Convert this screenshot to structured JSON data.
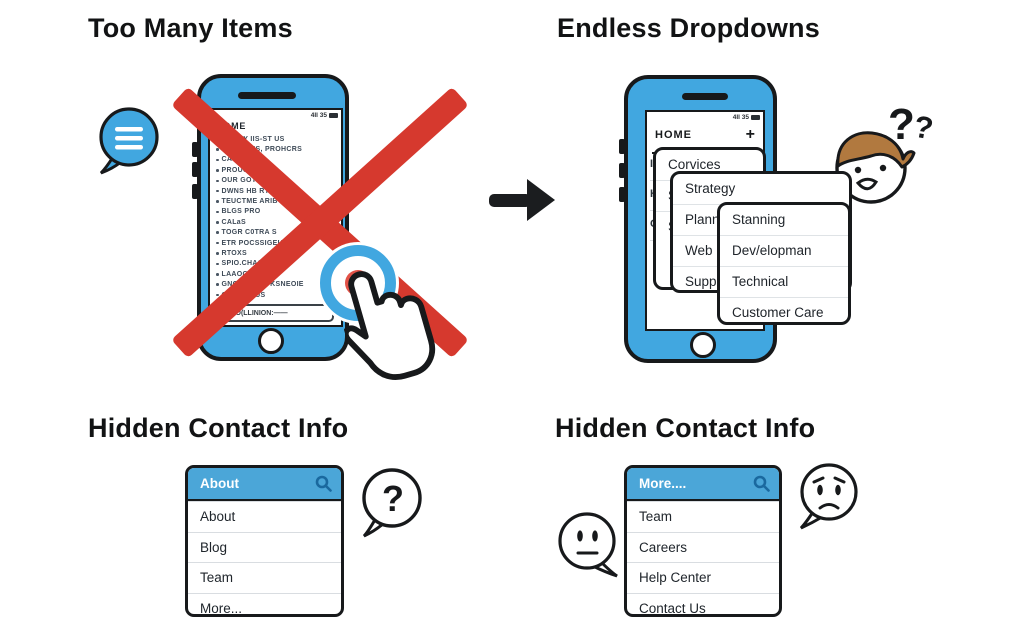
{
  "palette": {
    "phone_blue": "#41A7E0",
    "menu_header_blue": "#4BA6D8",
    "cross_red": "#D6392E",
    "tap_red": "#E25247",
    "hair_brown": "#B1793F",
    "ink": "#17191B"
  },
  "sections": {
    "too_many_items": {
      "title": "Too Many Items",
      "phone": {
        "status": "4Il 35",
        "menu_header": "HOME",
        "menu_items": [
          "ABGUY IIS-ST US",
          "OCONT ES, PROHCRS",
          "CARITEES",
          "PROUCTS",
          "OUR GOTSEIOR",
          "DWNS HB RTERY",
          "TEUCTME ARIBY",
          "BLGS PRO",
          "CALaS",
          "TOGR C0TRA S",
          "ETR POCSSIGEU",
          "RTOXS",
          "SPIO.CHAGRS",
          "LAAOGRS",
          "GNGRL KDIT KSNEOIE",
          "OBENBF US"
        ],
        "search_text": "ROO(LLINION:——"
      }
    },
    "endless_dropdowns": {
      "title": "Endless Dropdowns",
      "phone": {
        "status": "4Il 35",
        "menu_header": "HOME",
        "expand_button": "+",
        "screen_partials": [
          "I",
          "H",
          "C"
        ]
      },
      "panel_level1": {
        "items": [
          "Corvices"
        ],
        "partials": [
          "S",
          "S"
        ]
      },
      "panel_level2": {
        "items": [
          "Strategy",
          "Planning",
          "Web",
          "Support"
        ]
      },
      "panel_level3": {
        "items": [
          "Stanning",
          "Dev/elopman",
          "Technical",
          "Customer Care"
        ]
      },
      "question_marks": [
        "?",
        "?"
      ]
    },
    "hidden_contact_left": {
      "title": "Hidden Contact Info",
      "menu_header": "About",
      "menu_items": [
        "About",
        "Blog",
        "Team",
        "More..."
      ],
      "bubble_glyph": "?"
    },
    "hidden_contact_right": {
      "title": "Hidden Contact Info",
      "menu_header": "More....",
      "menu_items": [
        "Team",
        "Careers",
        "Help Center",
        "Contact Us"
      ]
    }
  }
}
